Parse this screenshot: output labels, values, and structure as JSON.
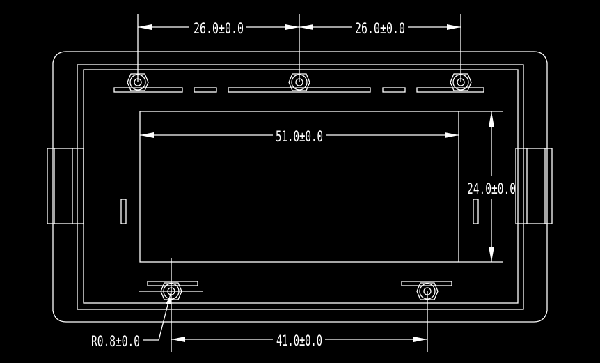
{
  "drawing": {
    "background": "#000000",
    "line_color": "#ffffff",
    "dimensions": {
      "top_left_spacing": "26.0±0.0",
      "top_right_spacing": "26.0±0.0",
      "window_width": "51.0±0.0",
      "window_height": "24.0±0.0",
      "hole_radius": "R0.8±0.0",
      "bottom_spacing": "41.0±0.0"
    }
  }
}
